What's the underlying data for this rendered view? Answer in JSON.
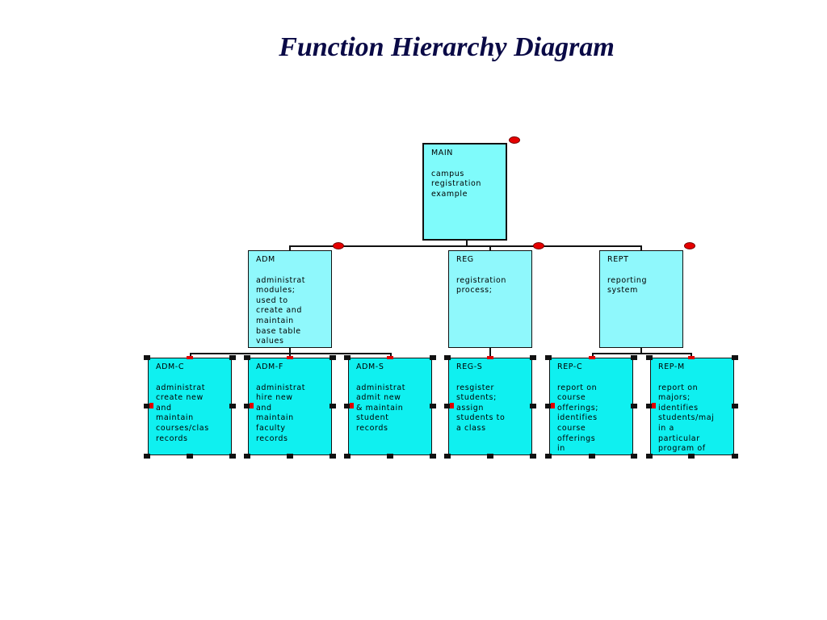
{
  "title": "Function Hierarchy Diagram",
  "nodes": {
    "main": {
      "id": "MAIN",
      "desc": "campus\nregistration\nexample"
    },
    "adm": {
      "id": "ADM",
      "desc": "administrat\nmodules;\nused to\ncreate and\nmaintain\nbase table\nvalues"
    },
    "reg": {
      "id": "REG",
      "desc": "registration\nprocess;"
    },
    "rept": {
      "id": "REPT",
      "desc": "reporting\nsystem"
    },
    "adm_c": {
      "id": "ADM-C",
      "desc": "administrat\ncreate new\nand\nmaintain\ncourses/clas\nrecords"
    },
    "adm_f": {
      "id": "ADM-F",
      "desc": "administrat\nhire new\nand\nmaintain\nfaculty\nrecords"
    },
    "adm_s": {
      "id": "ADM-S",
      "desc": "administrat\nadmit new\n& maintain\nstudent\nrecords"
    },
    "reg_s": {
      "id": "REG-S",
      "desc": "resgister\nstudents;\nassign\nstudents to\na class"
    },
    "rep_c": {
      "id": "REP-C",
      "desc": "report on\ncourse\nofferings;\nidentifies\ncourse\nofferings\nin"
    },
    "rep_m": {
      "id": "REP-M",
      "desc": "report on\nmajors;\nidentifies\nstudents/maj\nin a\nparticular\nprogram of"
    }
  },
  "colors": {
    "main_fill": "#7ffbfb",
    "mid_fill": "#8ff8fc",
    "leaf_fill": "#0ff0f0",
    "title": "#0a0a46",
    "marker": "#e60000"
  }
}
